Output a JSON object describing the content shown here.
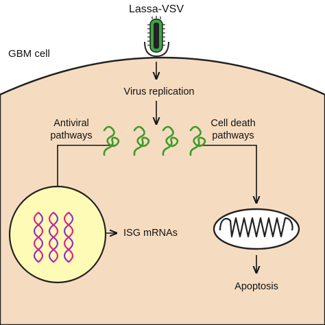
{
  "labels": {
    "virus": "Lassa-VSV",
    "cell": "GBM cell",
    "replication": "Virus replication",
    "antiviral_line1": "Antiviral",
    "antiviral_line2": "pathways",
    "celldeath_line1": "Cell death",
    "celldeath_line2": "pathways",
    "isg": "ISG mRNAs",
    "apoptosis": "Apoptosis"
  },
  "colors": {
    "background": "#ffffff",
    "cytoplasm": "#f5dcc0",
    "nucleus": "#fdfbb6",
    "mitochondrion": "#ffffff",
    "virus_green": "#3aa842",
    "rna_green": "#3e9a2a",
    "dna_purple": "#8b2fc9",
    "dna_pink": "#e0208a",
    "outline": "#222222"
  },
  "icons": {
    "virus": "virion-icon",
    "rna": "viral-rna-icon",
    "nucleus": "nucleus-icon",
    "dna": "dna-helix-icon",
    "mitochondrion": "mitochondrion-icon"
  }
}
